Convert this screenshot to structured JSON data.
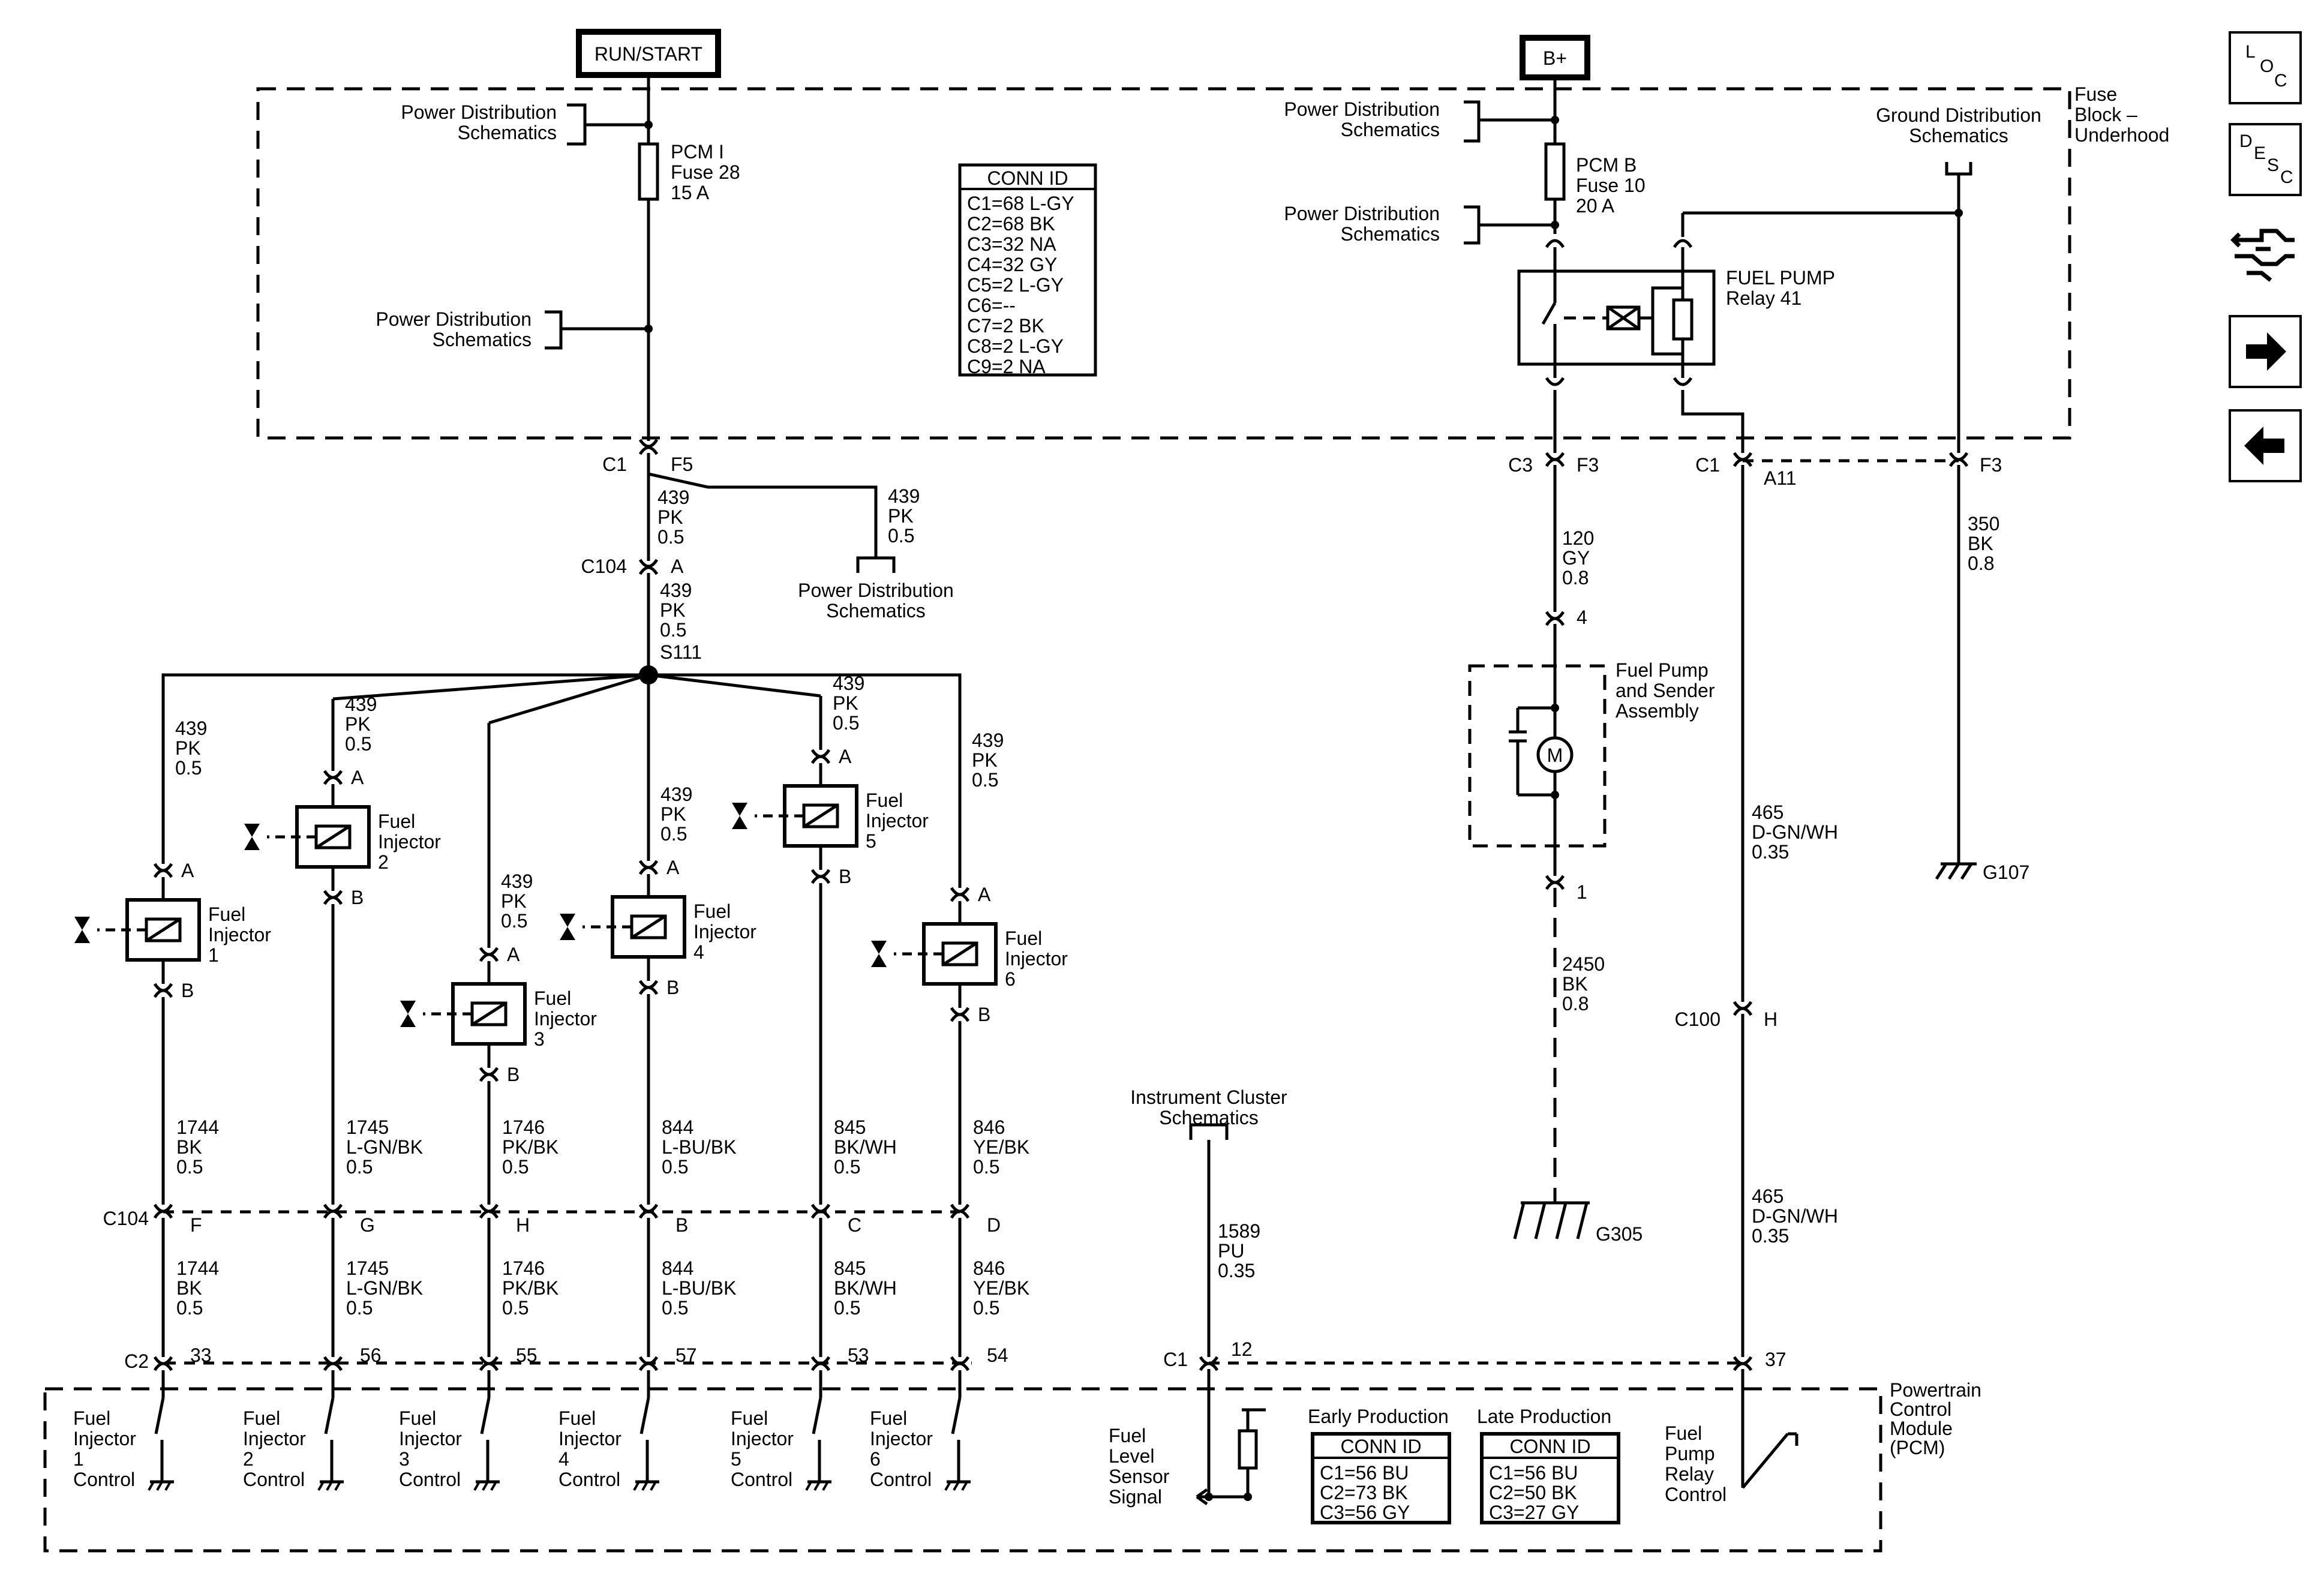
{
  "power_sources": {
    "run_start": "RUN/START",
    "b_plus": "B+"
  },
  "fuse_block": {
    "label": "Fuse Block – Underhood"
  },
  "pcm_label": {
    "name": "Powertrain Control Module (PCM)"
  },
  "fuses": [
    {
      "name": "PCM I",
      "fuse": "Fuse 28",
      "rating": "15 A"
    },
    {
      "name": "PCM B",
      "fuse": "Fuse 10",
      "rating": "20 A"
    }
  ],
  "relay": {
    "name": "FUEL PUMP",
    "relay": "Relay 41"
  },
  "refs": {
    "power_distribution": "Power Distribution Schematics",
    "ground_distribution": "Ground Distribution Schematics",
    "instrument_cluster": "Instrument Cluster Schematics"
  },
  "conn_id_fuse_block": {
    "title": "CONN ID",
    "rows": [
      "C1=68 L-GY",
      "C2=68 BK",
      "C3=32 NA",
      "C4=32 GY",
      "C5=2 L-GY",
      "C6=--",
      "C7=2 BK",
      "C8=2 L-GY",
      "C9=2 NA"
    ]
  },
  "conn_id_pcm": [
    {
      "heading": "Early Production",
      "title": "CONN ID",
      "rows": [
        "C1=56 BU",
        "C2=73 BK",
        "C3=56 GY"
      ]
    },
    {
      "heading": "Late Production",
      "title": "CONN ID",
      "rows": [
        "C1=56 BU",
        "C2=50 BK",
        "C3=27 GY"
      ]
    }
  ],
  "splice": "S111",
  "connectors": {
    "c1": "C1",
    "c2": "C2",
    "c3": "C3",
    "c104": "C104",
    "c100": "C100",
    "f5": "F5",
    "f3": "F3",
    "a11": "A11",
    "a": "A",
    "h": "H",
    "pcm_c1_pin": "12",
    "pcm_relay_pin": "37",
    "pump_pin_top": "4",
    "pump_pin_bottom": "1"
  },
  "wires": {
    "feed_1": [
      "439",
      "PK",
      "0.5"
    ],
    "feed_2": [
      "439",
      "PK",
      "0.5"
    ],
    "feed_3": [
      "439",
      "PK",
      "0.5"
    ],
    "pump_feed": [
      "120",
      "GY",
      "0.8"
    ],
    "pump_ground": [
      "2450",
      "BK",
      "0.8"
    ],
    "relay_ctrl_1": [
      "465",
      "D-GN/WH",
      "0.35"
    ],
    "relay_ctrl_2": [
      "465",
      "D-GN/WH",
      "0.35"
    ],
    "ground_wire": [
      "350",
      "BK",
      "0.8"
    ],
    "fuel_level": [
      "1589",
      "PU",
      "0.35"
    ]
  },
  "injectors": [
    {
      "name": "Fuel Injector 1",
      "n1": "Fuel",
      "n2": "Injector",
      "n3": "1",
      "ctrl_wire": [
        "1744",
        "BK",
        "0.5"
      ],
      "c104_pin": "F",
      "pcm_pin": "33",
      "ctrl1": "Fuel",
      "ctrl2": "Injector",
      "ctrl3": "1",
      "ctrl4": "Control"
    },
    {
      "name": "Fuel Injector 2",
      "n1": "Fuel",
      "n2": "Injector",
      "n3": "2",
      "ctrl_wire": [
        "1745",
        "L-GN/BK",
        "0.5"
      ],
      "c104_pin": "G",
      "pcm_pin": "56",
      "ctrl1": "Fuel",
      "ctrl2": "Injector",
      "ctrl3": "2",
      "ctrl4": "Control"
    },
    {
      "name": "Fuel Injector 3",
      "n1": "Fuel",
      "n2": "Injector",
      "n3": "3",
      "ctrl_wire": [
        "1746",
        "PK/BK",
        "0.5"
      ],
      "c104_pin": "H",
      "pcm_pin": "55",
      "ctrl1": "Fuel",
      "ctrl2": "Injector",
      "ctrl3": "3",
      "ctrl4": "Control"
    },
    {
      "name": "Fuel Injector 4",
      "n1": "Fuel",
      "n2": "Injector",
      "n3": "4",
      "ctrl_wire": [
        "844",
        "L-BU/BK",
        "0.5"
      ],
      "c104_pin": "B",
      "pcm_pin": "57",
      "ctrl1": "Fuel",
      "ctrl2": "Injector",
      "ctrl3": "4",
      "ctrl4": "Control"
    },
    {
      "name": "Fuel Injector 5",
      "n1": "Fuel",
      "n2": "Injector",
      "n3": "5",
      "ctrl_wire": [
        "845",
        "BK/WH",
        "0.5"
      ],
      "c104_pin": "C",
      "pcm_pin": "53",
      "ctrl1": "Fuel",
      "ctrl2": "Injector",
      "ctrl3": "5",
      "ctrl4": "Control"
    },
    {
      "name": "Fuel Injector 6",
      "n1": "Fuel",
      "n2": "Injector",
      "n3": "6",
      "ctrl_wire": [
        "846",
        "YE/BK",
        "0.5"
      ],
      "c104_pin": "D",
      "pcm_pin": "54",
      "ctrl1": "Fuel",
      "ctrl2": "Injector",
      "ctrl3": "6",
      "ctrl4": "Control"
    }
  ],
  "injector_pins": {
    "a": "A",
    "b": "B"
  },
  "fuel_pump": {
    "l1": "Fuel Pump",
    "l2": "and Sender",
    "l3": "Assembly",
    "motor": "M"
  },
  "grounds": {
    "g305": "G305",
    "g107": "G107"
  },
  "pcm_signals": {
    "fuel_level": [
      "Fuel",
      "Level",
      "Sensor",
      "Signal"
    ],
    "fuel_pump_relay": [
      "Fuel",
      "Pump",
      "Relay",
      "Control"
    ]
  },
  "nav": {
    "loc": {
      "l1": "L",
      "l2": "O",
      "l3": "C"
    },
    "desc": {
      "l1": "D",
      "l2": "E",
      "l3": "S",
      "l4": "C"
    },
    "icons": [
      "connector-icon",
      "next-arrow-icon",
      "previous-arrow-icon"
    ]
  }
}
